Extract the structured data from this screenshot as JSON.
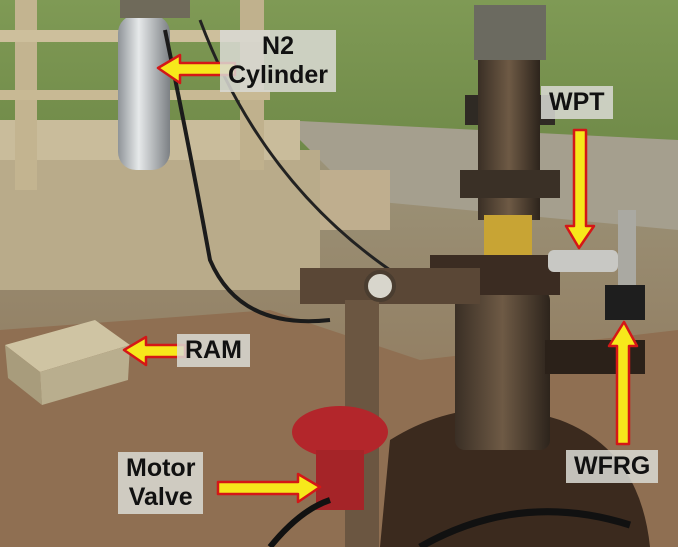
{
  "labels": {
    "n2": {
      "line1": "N2",
      "line2": "Cylinder"
    },
    "wpt": {
      "text": "WPT"
    },
    "ram": {
      "text": "RAM"
    },
    "motor": {
      "line1": "Motor",
      "line2": "Valve"
    },
    "wfrg": {
      "text": "WFRG"
    }
  },
  "colors": {
    "arrow_fill": "#f7e81b",
    "arrow_stroke": "#d41717",
    "label_bg": "#dadad4"
  }
}
